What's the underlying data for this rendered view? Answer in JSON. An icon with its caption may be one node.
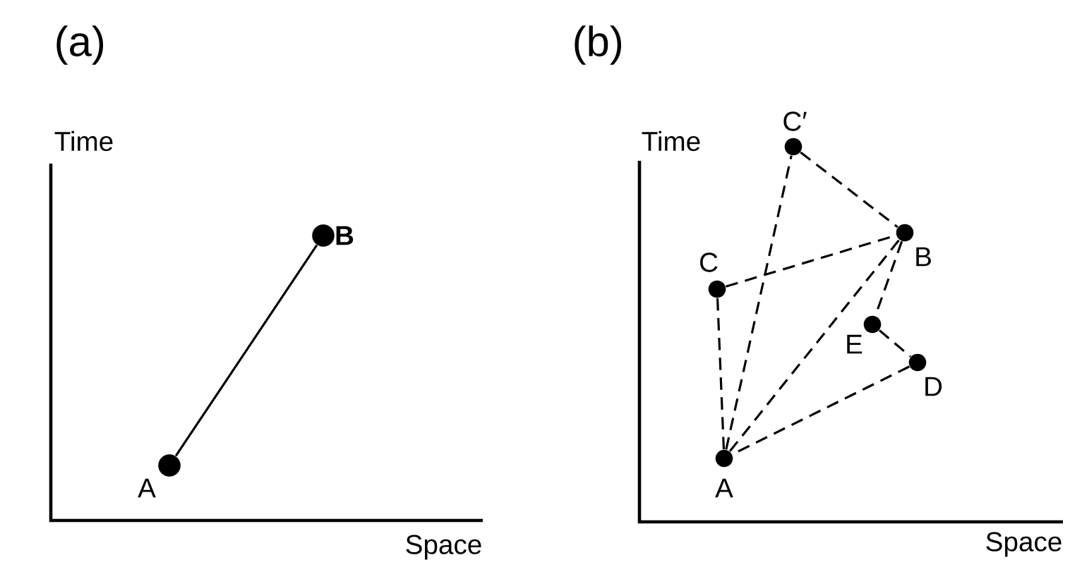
{
  "diagram": {
    "nodes": [
      {
        "text": [
          "A"
        ]
      },
      {
        "text": [
          "B"
        ]
      },
      {
        "text": [
          "C′"
        ]
      },
      {
        "text": [
          "B"
        ]
      },
      {
        "text": [
          "C"
        ]
      },
      {
        "text": [
          "E"
        ]
      },
      {
        "text": [
          "D"
        ]
      },
      {
        "text": [
          "A"
        ]
      }
    ],
    "edges": [
      {
        "from": 0,
        "to": 1,
        "arrow": "none"
      },
      {
        "from": 7,
        "to": 4,
        "arrow": "none",
        "style": "dashed"
      },
      {
        "from": 4,
        "to": 3,
        "arrow": "none",
        "style": "dashed"
      },
      {
        "from": 7,
        "to": 2,
        "arrow": "none",
        "style": "dashed"
      },
      {
        "from": 2,
        "to": 3,
        "arrow": "none",
        "style": "dashed"
      },
      {
        "from": 7,
        "to": 3,
        "arrow": "none",
        "style": "dashed"
      },
      {
        "from": 3,
        "to": 5,
        "arrow": "none",
        "style": "dashed"
      },
      {
        "from": 5,
        "to": 6,
        "arrow": "none",
        "style": "dashed"
      },
      {
        "from": 6,
        "to": 7,
        "arrow": "none",
        "style": "dashed"
      }
    ],
    "labels": [
      "(a)",
      "Time",
      "Space",
      "(b)",
      "Time",
      "Space"
    ]
  }
}
